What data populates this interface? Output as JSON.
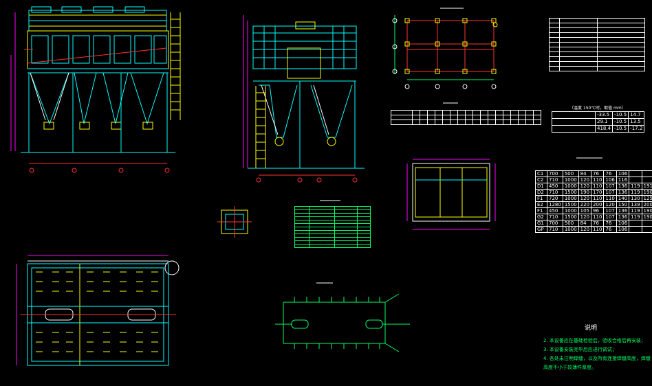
{
  "colors": {
    "background": "#000000",
    "cyan": "#00ffff",
    "yellow": "#ffff00",
    "green": "#00ff66",
    "red": "#ff3333",
    "magenta": "#ff00ff",
    "white": "#ffffff",
    "blue": "#3366ff"
  },
  "views": [
    "front-elevation",
    "side-elevation",
    "plan-view",
    "foundation-grid",
    "flow-diagram",
    "small-detail",
    "tube-sheet-detail"
  ],
  "tables": {
    "support_table": {
      "rows": [
        [
          "C1",
          "700",
          "500",
          "84",
          "76",
          "76",
          "106",
          "",
          ""
        ],
        [
          "C2",
          "710",
          "1000",
          "120",
          "110",
          "106",
          "116",
          "",
          ""
        ],
        [
          "D1",
          "450",
          "1000",
          "120",
          "110",
          "107",
          "136",
          "119",
          "191"
        ],
        [
          "D2",
          "710",
          "1500",
          "190",
          "170",
          "107",
          "136",
          "119",
          "190"
        ],
        [
          "F1",
          "720",
          "1000",
          "120",
          "110",
          "110",
          "140",
          "130",
          "125"
        ],
        [
          "E2",
          "1280",
          "1500",
          "220",
          "200",
          "120",
          "150",
          "139",
          "200"
        ],
        [
          "F1",
          "450",
          "1000",
          "105",
          "96",
          "107",
          "136",
          "119",
          "190"
        ],
        [
          "G2",
          "710",
          "1500",
          "120",
          "110",
          "107",
          "136",
          "119",
          "190"
        ],
        [
          "G1",
          "700",
          "500",
          "84",
          "76",
          "76",
          "106",
          "",
          ""
        ],
        [
          "GP",
          "710",
          "1000",
          "120",
          "110",
          "76",
          "106",
          "",
          ""
        ]
      ]
    },
    "temp_table": {
      "values": [
        [
          "-33.5",
          "-10.5",
          "14.7"
        ],
        [
          "29.1",
          "-10.5",
          "13.5"
        ],
        [
          "418.4",
          "-10.5",
          "-17.2"
        ]
      ],
      "subtitle": "（温度 150℃时，取值 mm）"
    }
  },
  "notes": {
    "title": "说明",
    "lines": [
      "2. 本设备应在基础检验后，验收合格后再安装；",
      "3. 本设备安装完毕后应进行调试；",
      "4. 各处未注明焊缝，以及所有连接焊缝高度，焊缝高度不小于较薄件厚度。"
    ]
  }
}
